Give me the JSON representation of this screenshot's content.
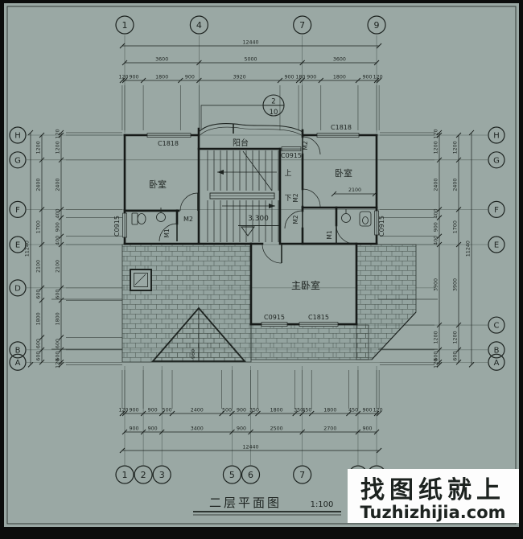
{
  "title": {
    "text": "二层平面图",
    "scale": "1:100"
  },
  "watermark": {
    "line1": "找图纸就上",
    "line2": "Tuzhizhijia.com",
    "accent": "#1a1ab8"
  },
  "grid": {
    "top": [
      {
        "label": "1",
        "mm": 0
      },
      {
        "label": "4",
        "mm": 3600
      },
      {
        "label": "7",
        "mm": 8600
      },
      {
        "label": "9",
        "mm": 12200
      }
    ],
    "bottom": [
      {
        "label": "1",
        "mm": 0
      },
      {
        "label": "2",
        "mm": 900
      },
      {
        "label": "3",
        "mm": 1800
      },
      {
        "label": "5",
        "mm": 5200
      },
      {
        "label": "6",
        "mm": 6100
      },
      {
        "label": "7",
        "mm": 8600
      },
      {
        "label": "8",
        "mm": 11300
      },
      {
        "label": "9",
        "mm": 12200
      }
    ],
    "left": [
      {
        "label": "H",
        "mm": 0
      },
      {
        "label": "G",
        "mm": 1200
      },
      {
        "label": "F",
        "mm": 3600
      },
      {
        "label": "E",
        "mm": 5300
      },
      {
        "label": "D",
        "mm": 7400
      },
      {
        "label": "B",
        "mm": 10400
      },
      {
        "label": "A",
        "mm": 11000
      }
    ],
    "right": [
      {
        "label": "H",
        "mm": 0
      },
      {
        "label": "G",
        "mm": 1200
      },
      {
        "label": "F",
        "mm": 3600
      },
      {
        "label": "E",
        "mm": 5300
      },
      {
        "label": "C",
        "mm": 9200
      },
      {
        "label": "B",
        "mm": 10400
      },
      {
        "label": "A",
        "mm": 11000
      }
    ]
  },
  "dims": {
    "top_total": [
      12440
    ],
    "top_mid": [
      3600,
      5000,
      3600
    ],
    "top_fine": [
      120,
      900,
      1800,
      900,
      3920,
      900,
      180,
      900,
      1800,
      900,
      120
    ],
    "bottom_fine": [
      120,
      900,
      900,
      500,
      2400,
      500,
      900,
      350,
      1800,
      350,
      450,
      1800,
      450,
      900,
      120
    ],
    "bottom_mid": [
      900,
      900,
      3400,
      900,
      2500,
      2700,
      900
    ],
    "bottom_total": [
      12440
    ],
    "left_outer": [
      1200,
      2400,
      1700,
      2100,
      600,
      1800,
      600,
      600
    ],
    "left_inner": [
      120,
      1200,
      2400,
      400,
      900,
      400,
      2100,
      600,
      1800,
      600,
      600,
      120
    ],
    "right_inner": [
      120,
      1200,
      2400,
      400,
      900,
      400,
      3900,
      1200,
      600,
      120
    ],
    "right_outer": [
      1200,
      2400,
      1700,
      3900,
      1200,
      600
    ],
    "left_total": [
      11240
    ],
    "right_total": [
      11240
    ]
  },
  "rooms": {
    "bedroom_left": "卧室",
    "bedroom_right": "卧室",
    "master": "主卧室",
    "balcony": "阳台"
  },
  "stair": {
    "up": "上",
    "down": "下",
    "level": "3.300"
  },
  "interior": {
    "w2100": "2100",
    "h960": "960"
  },
  "windows": {
    "c1818": "C1818",
    "c0915": "C0915",
    "c1815": "C1815"
  },
  "doors": {
    "m1": "M1",
    "m2": "M2"
  },
  "detail": {
    "num": "2",
    "sheet": "10"
  }
}
